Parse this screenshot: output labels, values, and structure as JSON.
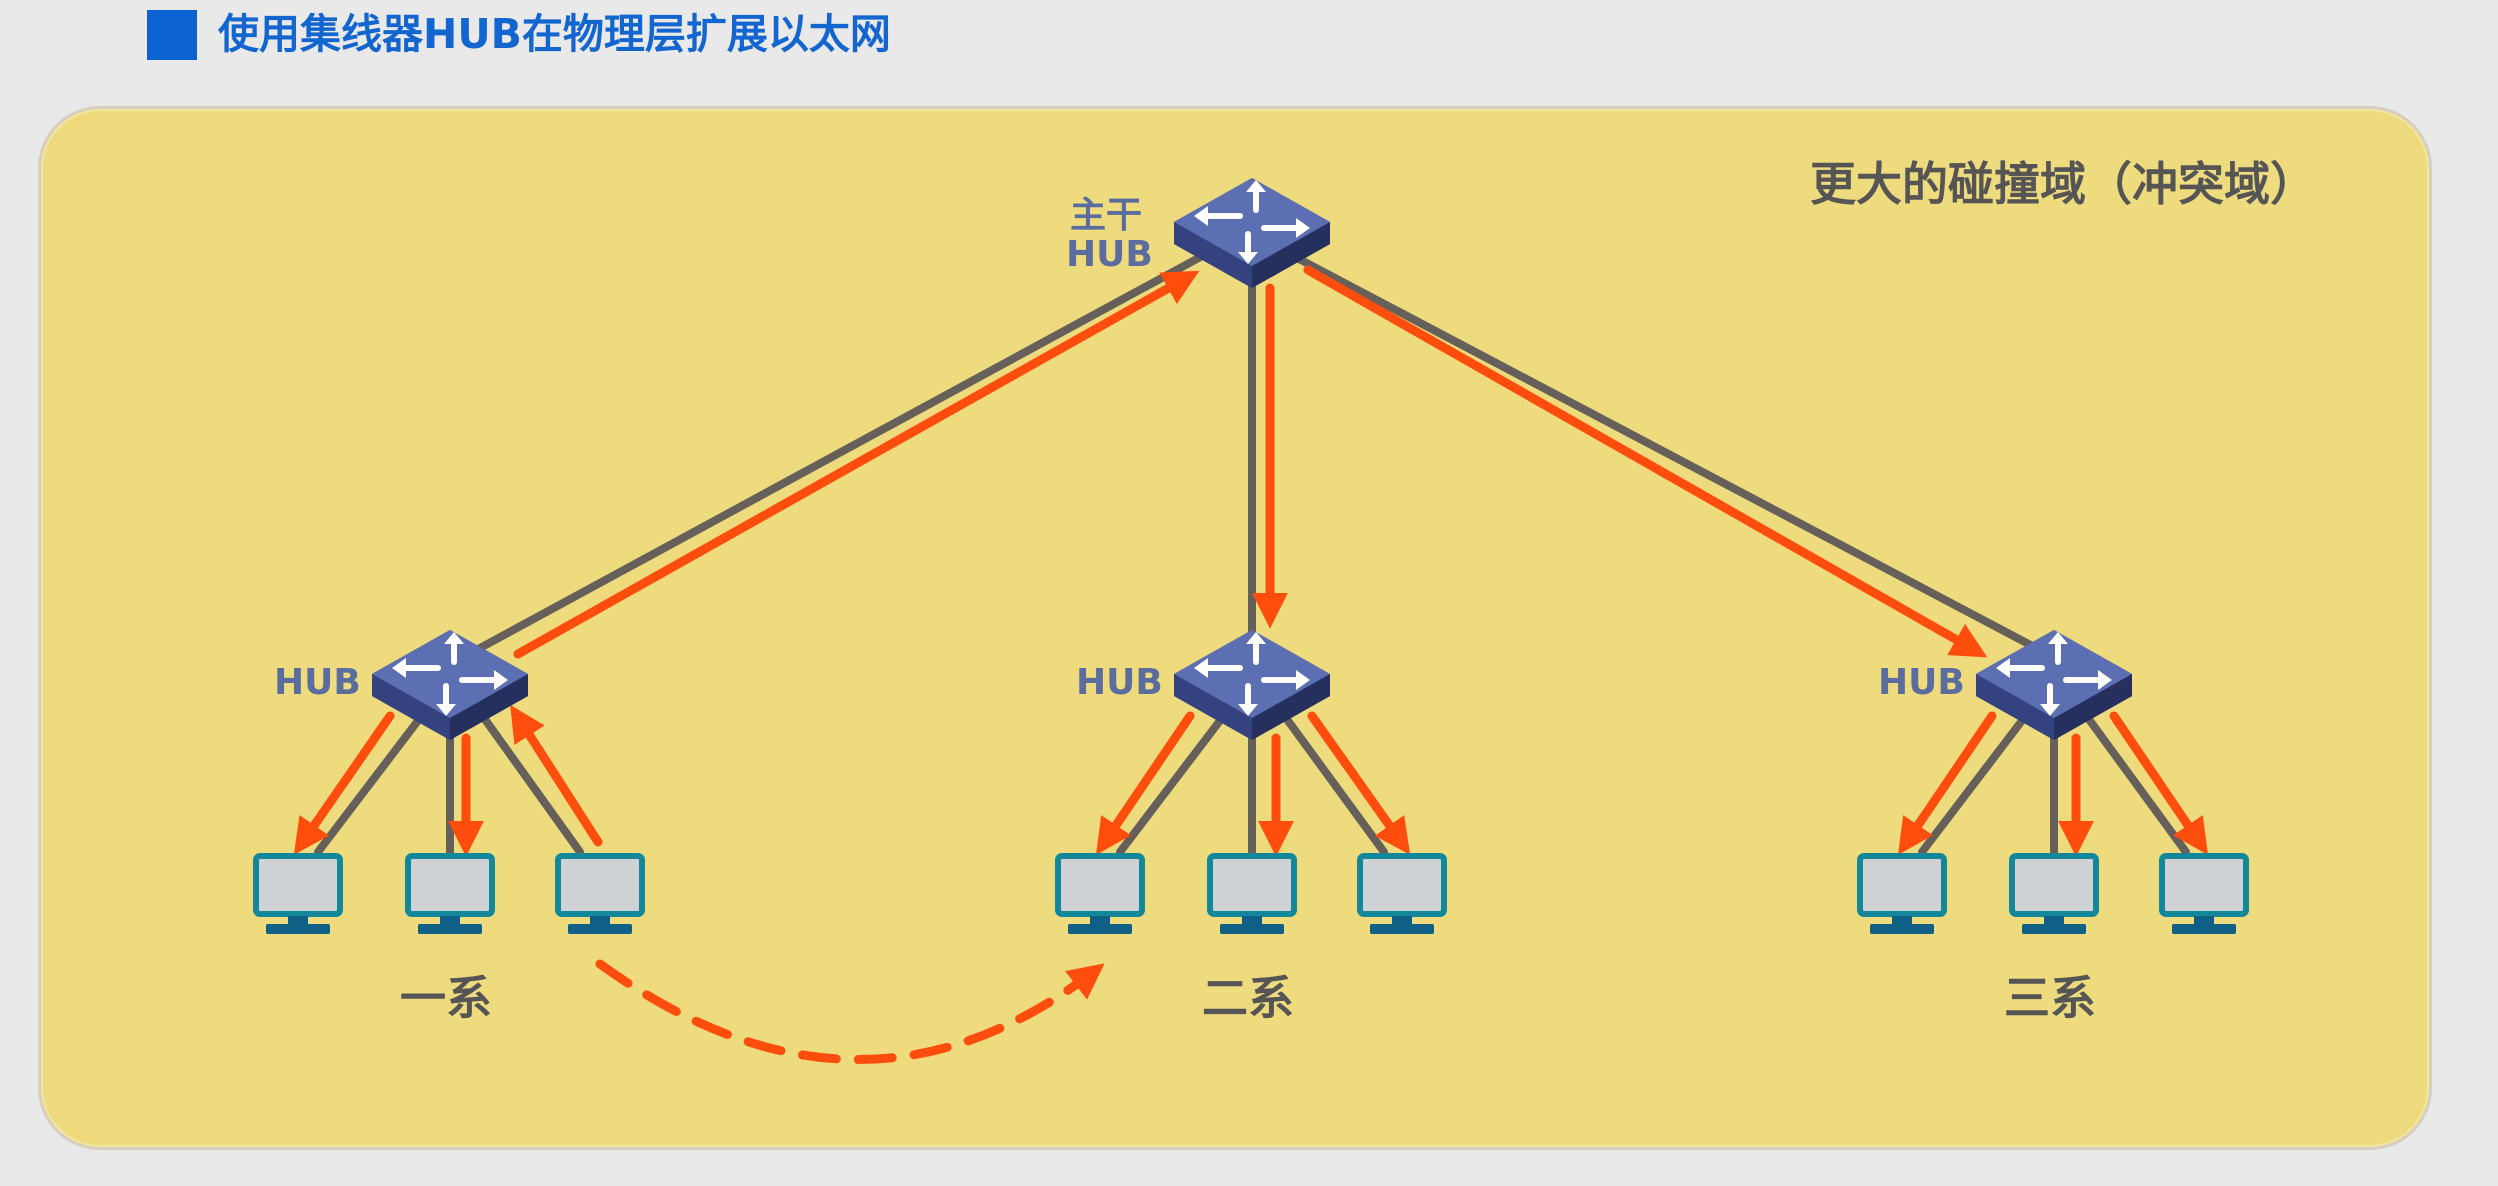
{
  "header": {
    "title": "使用集线器HUB在物理层扩展以太网"
  },
  "diagram": {
    "collision_label": "更大的碰撞域（冲突域）",
    "backbone_hub": {
      "label_line1": "主干",
      "label_line2": "HUB"
    },
    "hubs": [
      {
        "label": "HUB",
        "department": "一系"
      },
      {
        "label": "HUB",
        "department": "二系"
      },
      {
        "label": "HUB",
        "department": "三系"
      }
    ],
    "colors": {
      "title_accent": "#0b63d1",
      "panel_fill": "#eedb7e",
      "cable": "#66605a",
      "signal_arrow": "#ff4d0d",
      "hub_body": "#3d4b8c",
      "computer_frame": "#13889a",
      "computer_base": "#0f5f86"
    },
    "icons": [
      "hub-icon",
      "computer-icon"
    ]
  }
}
